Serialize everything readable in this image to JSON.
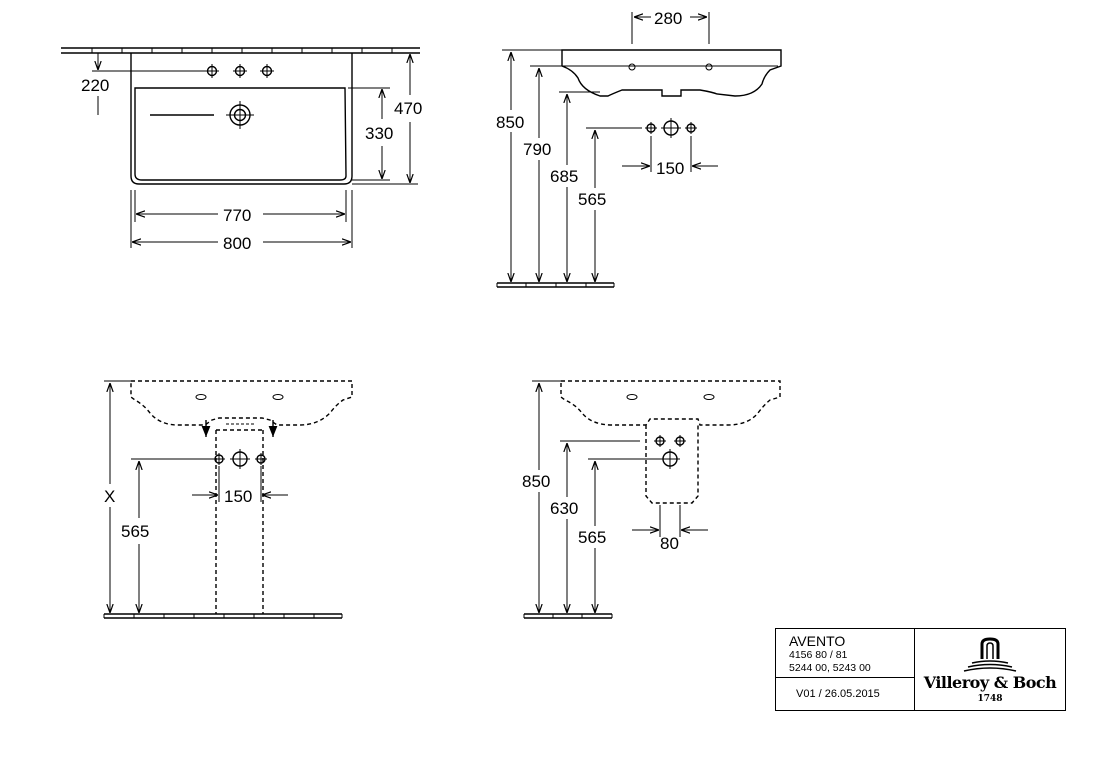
{
  "top_view": {
    "depth_overall": "470",
    "depth_bowl": "330",
    "tap_offset": "220",
    "width_inner": "770",
    "width_overall": "800"
  },
  "side_view": {
    "top_width": "280",
    "h_rim": "850",
    "h_underside": "790",
    "h_waste": "685",
    "h_supply": "565",
    "supply_spacing": "150"
  },
  "front_view": {
    "h_variable": "X",
    "h_supply": "565",
    "supply_spacing": "150"
  },
  "side_view_2": {
    "h_rim": "850",
    "h_upper_supply": "630",
    "h_supply": "565",
    "width_small": "80"
  },
  "title_block": {
    "product": "AVENTO",
    "article_line_1": "4156 80 / 81",
    "article_line_2": "5244 00, 5243 00",
    "version": "V01 / 26.05.2015",
    "brand": "Villeroy & Boch",
    "brand_year": "1748"
  }
}
